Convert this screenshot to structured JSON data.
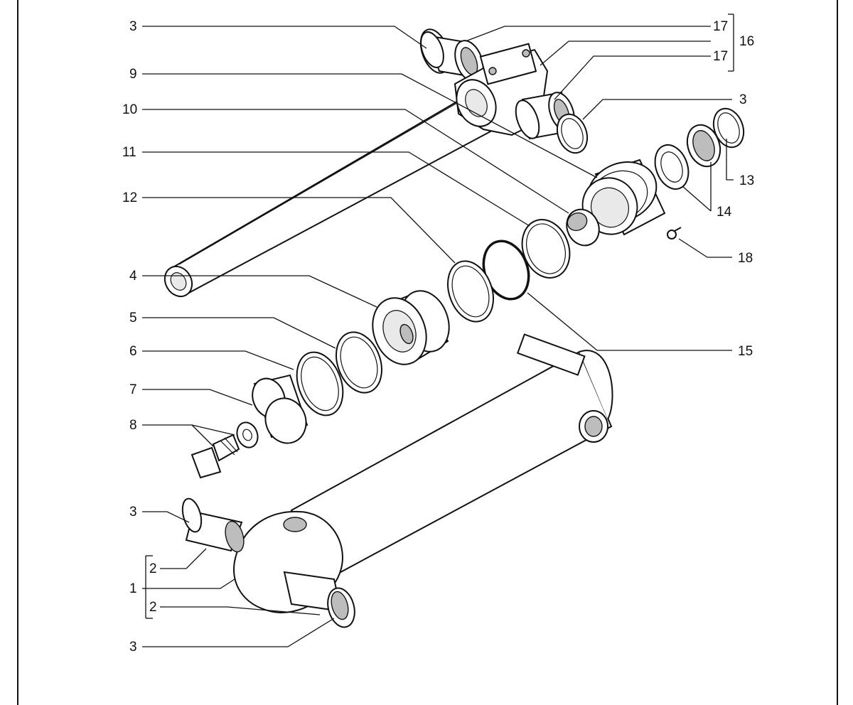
{
  "diagram": {
    "callouts": {
      "c1": "1",
      "c2a": "2",
      "c2b": "2",
      "c3a": "3",
      "c3b": "3",
      "c3c": "3",
      "c3d": "3",
      "c4": "4",
      "c5": "5",
      "c6": "6",
      "c7": "7",
      "c8": "8",
      "c9": "9",
      "c10": "10",
      "c11": "11",
      "c12": "12",
      "c13": "13",
      "c14": "14",
      "c15": "15",
      "c16": "16",
      "c17a": "17",
      "c17b": "17",
      "c18": "18"
    }
  }
}
